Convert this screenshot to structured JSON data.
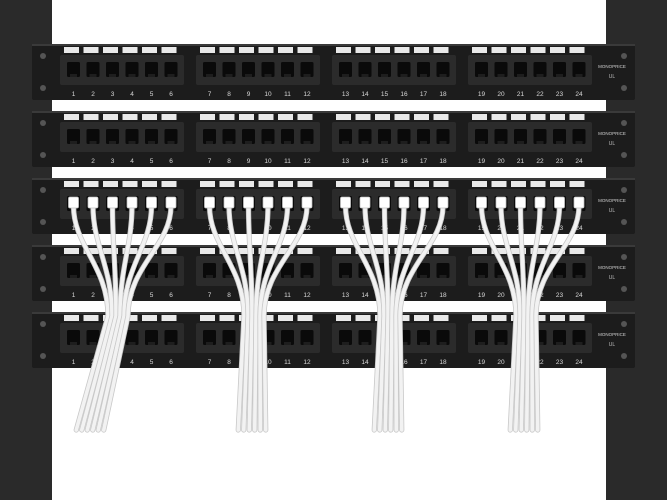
{
  "colors": {
    "background": "#ffffff",
    "rack_frame": "#2a2a2a",
    "panel_body": "#1c1c1c",
    "port_block": "#2b2b2b",
    "port_hole": "#0a0a0a",
    "label_strip": "#e9e9e9",
    "port_number": "#d8d8d8",
    "cable": "#f2f2f2",
    "cable_edge": "#c8c8c8"
  },
  "panels": [
    {
      "brand": "MONOPRICE",
      "patched": false
    },
    {
      "brand": "MONOPRICE",
      "patched": false
    },
    {
      "brand": "MONOPRICE",
      "patched": true
    },
    {
      "brand": "MONOPRICE",
      "patched": false
    },
    {
      "brand": "MONOPRICE",
      "patched": false
    }
  ],
  "port_groups": [
    [
      "1",
      "2",
      "3",
      "4",
      "5",
      "6"
    ],
    [
      "7",
      "8",
      "9",
      "10",
      "11",
      "12"
    ],
    [
      "13",
      "14",
      "15",
      "16",
      "17",
      "18"
    ],
    [
      "19",
      "20",
      "21",
      "22",
      "23",
      "24"
    ]
  ],
  "cert_mark": "UL"
}
